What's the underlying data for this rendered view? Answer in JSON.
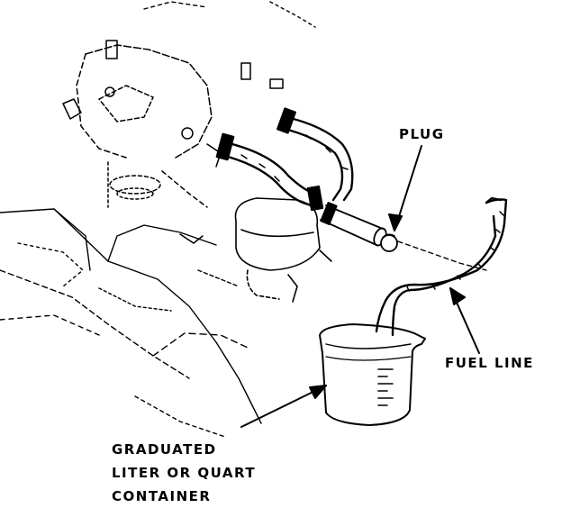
{
  "labels": {
    "plug": "PLUG",
    "fuel_line": "FUEL LINE",
    "container": [
      "GRADUATED",
      "LITER OR QUART",
      "CONTAINER"
    ]
  },
  "colors": {
    "ink": "#000000",
    "paper": "#ffffff"
  }
}
